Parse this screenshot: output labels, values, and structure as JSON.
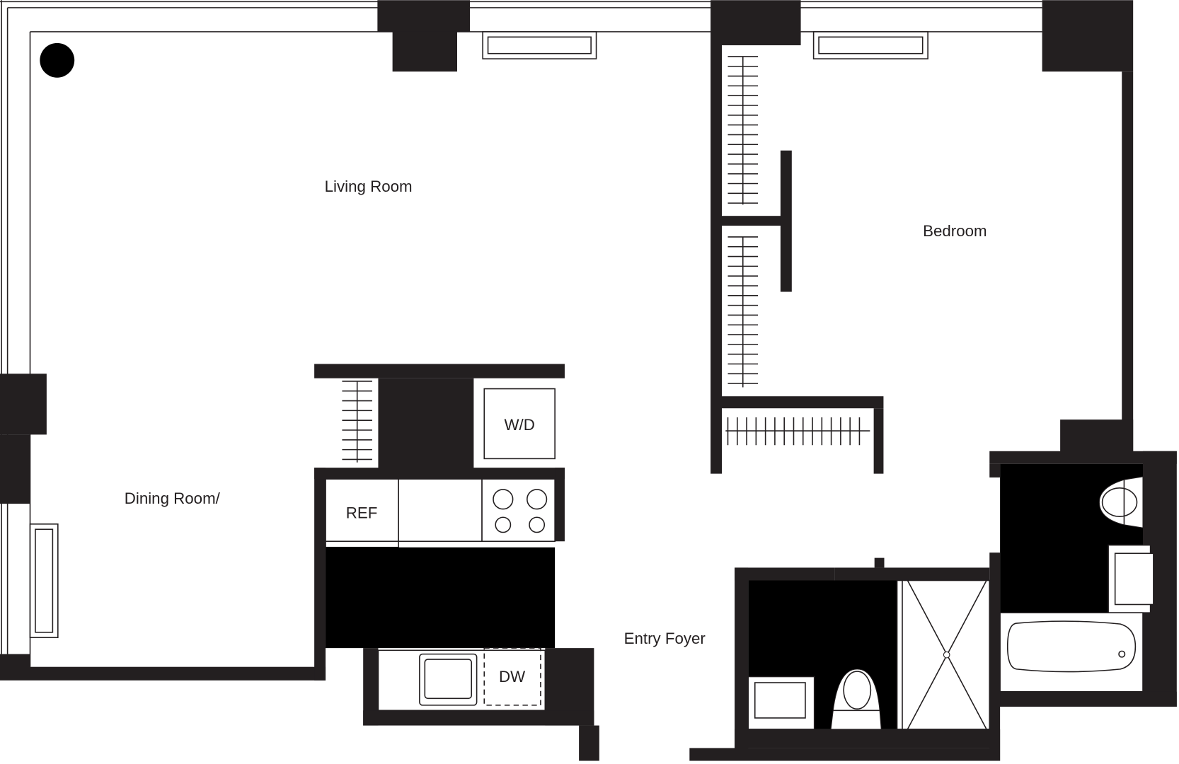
{
  "rooms": {
    "living_room": "Living Room",
    "bedroom": "Bedroom",
    "dining_room": "Dining Room/",
    "entry_foyer": "Entry Foyer"
  },
  "appliances": {
    "washer_dryer": "W/D",
    "refrigerator": "REF",
    "dishwasher": "DW"
  },
  "colors": {
    "wall": "#231f20",
    "background": "#ffffff"
  }
}
